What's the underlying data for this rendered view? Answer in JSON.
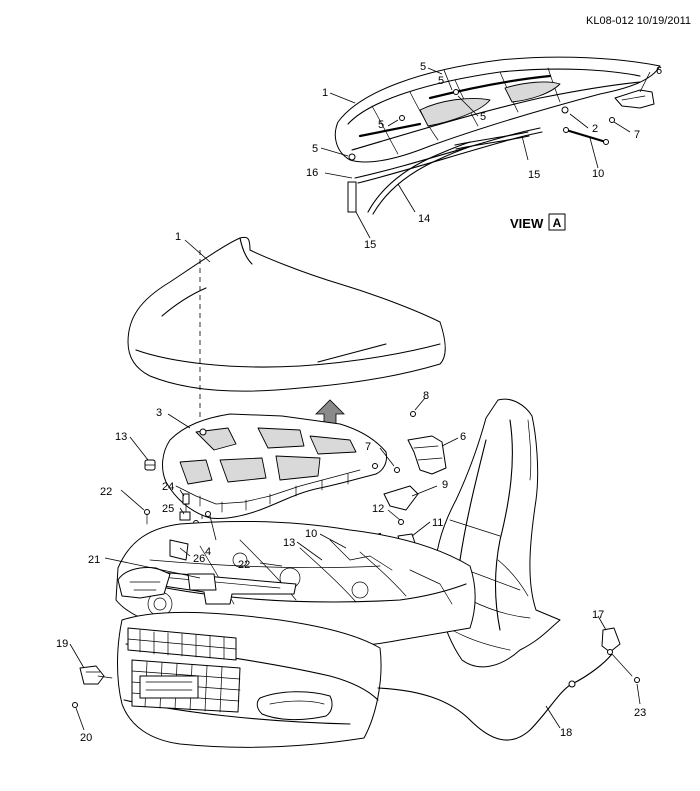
{
  "header": {
    "ref": "KL08-012 10/19/2011"
  },
  "view_label": {
    "text": "VIEW",
    "letter": "A"
  },
  "arrow_label": {
    "letter": "A"
  },
  "callouts": {
    "c1_top": "1",
    "c5_a": "5",
    "c5_b": "5",
    "c5_c": "5",
    "c5_d": "5",
    "c6_top": "6",
    "c2": "2",
    "c7_top": "7",
    "c16": "16",
    "c15_a": "15",
    "c10_top": "10",
    "c14": "14",
    "c15_b": "15",
    "c1_hood": "1",
    "c3": "3",
    "c8": "8",
    "c6_main": "6",
    "c7_main": "7",
    "c13_a": "13",
    "c9": "9",
    "c24": "24",
    "c22_a": "22",
    "c25": "25",
    "c12": "12",
    "c11": "11",
    "c4": "4",
    "c10_main": "10",
    "c26": "26",
    "c13_b": "13",
    "c21": "21",
    "c22_b": "22",
    "c17": "17",
    "c19": "19",
    "c23": "23",
    "c18": "18",
    "c20": "20"
  }
}
